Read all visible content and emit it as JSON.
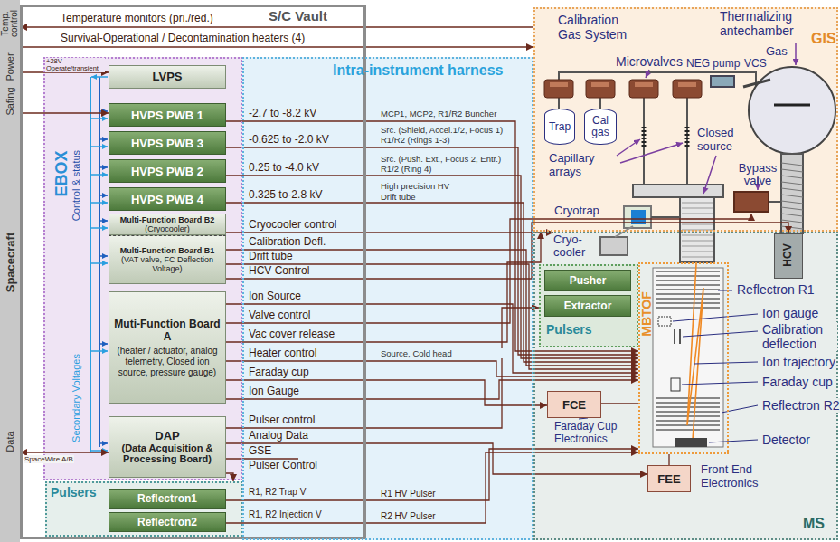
{
  "diagram": {
    "nodes": [
      {
        "text": [
          "Temp. control",
          "Power",
          "Safing",
          "Spacecraft",
          "Data"
        ]
      },
      {
        "text": [
          "S/C Vault"
        ]
      },
      {
        "text": [
          "EBOX"
        ],
        "in": 1
      },
      {
        "text": [
          "LVPS"
        ],
        "in": 2
      },
      {
        "text": [
          "HVPS PWB 1"
        ],
        "in": 2
      },
      {
        "text": [
          "HVPS PWB 3"
        ],
        "in": 2
      },
      {
        "text": [
          "HVPS PWB 2"
        ],
        "in": 2
      },
      {
        "text": [
          "HVPS PWB 4"
        ],
        "in": 2
      },
      {
        "text": [
          "Multi-Function Board B2",
          "(Cryocooler)"
        ],
        "in": 2
      },
      {
        "text": [
          "Multi-Function Board B1",
          "(VAT valve, FC Deflection Voltage)"
        ],
        "in": 2
      },
      {
        "text": [
          "Muti-Function Board A",
          "(heater / actuator, analog telemetry, Closed ion source, pressure gauge)"
        ],
        "in": 2
      },
      {
        "text": [
          "DAP",
          "(Data Acquisition & Processing Board)"
        ],
        "in": 2
      },
      {
        "text": [
          "Pulsers"
        ],
        "in": 1
      },
      {
        "text": [
          "Reflectron1"
        ],
        "in": 12
      },
      {
        "text": [
          "Reflectron2"
        ],
        "in": 12
      },
      {
        "text": [
          "Intra-instrument harness"
        ]
      },
      {
        "text": [
          "GIS"
        ]
      },
      {
        "text": [
          "Trap"
        ],
        "in": 16
      },
      {
        "text": [
          "Cal gas"
        ],
        "in": 16
      },
      {
        "text": [
          "Bypass valve"
        ],
        "in": 16
      },
      {
        "text": [
          "Cryo-cooler"
        ]
      },
      {
        "text": [
          "MS"
        ]
      },
      {
        "text": [
          "Pulsers"
        ],
        "in": 21
      },
      {
        "text": [
          "Pusher"
        ],
        "in": 22
      },
      {
        "text": [
          "Extractor"
        ],
        "in": 22
      },
      {
        "text": [
          "FCE"
        ],
        "in": 21
      },
      {
        "text": [
          "FEE"
        ],
        "in": 21
      },
      {
        "text": [
          "MBTOF"
        ],
        "in": 21
      },
      {
        "text": [
          "HCV"
        ],
        "in": 21
      }
    ],
    "edges": [
      {
        "from": 16,
        "to": 0,
        "label": "Temperature monitors (pri./red.)",
        "arrow": "to"
      },
      {
        "from": 0,
        "to": 16,
        "label": "Survival-Operational / Decontamination heaters (4)",
        "arrow": "to"
      },
      {
        "from": 0,
        "to": 3,
        "label": "+28V Operate/transient",
        "arrow": "to"
      },
      {
        "from": 0,
        "to": 4,
        "arrow": "to"
      },
      {
        "from": 11,
        "to": 0,
        "label": "SpaceWire A/B",
        "arrow": "both"
      },
      {
        "from": 4,
        "to": 27,
        "label": "-2.7 to -8.2 kV",
        "arrow": "to"
      },
      {
        "from": 5,
        "to": 27,
        "label": "-0.625 to -2.0 kV",
        "arrow": "to"
      },
      {
        "from": 6,
        "to": 27,
        "label": "0.25 to -4.0 kV",
        "arrow": "to"
      },
      {
        "from": 7,
        "to": 27,
        "label": "0.325 to-2.8 kV",
        "arrow": "to"
      },
      {
        "from": 8,
        "to": 20,
        "label": "Cryocooler control",
        "arrow": "to"
      },
      {
        "from": 9,
        "to": 27,
        "label": "Calibration Defl.",
        "arrow": "to"
      },
      {
        "from": 9,
        "to": 27,
        "label": "Drift tube",
        "arrow": "to"
      },
      {
        "from": 9,
        "to": 28,
        "label": "HCV Control",
        "arrow": "to"
      },
      {
        "from": 10,
        "to": 27,
        "label": "Ion Source",
        "arrow": "to"
      },
      {
        "from": 10,
        "to": 19,
        "label": "Valve control",
        "arrow": "to"
      },
      {
        "from": 10,
        "to": 16,
        "label": "Vac cover release",
        "arrow": "to"
      },
      {
        "from": 10,
        "to": 27,
        "label": "Heater control",
        "arrow": "to"
      },
      {
        "from": 10,
        "to": 25,
        "label": "Faraday cup",
        "arrow": "to"
      },
      {
        "from": 10,
        "to": 27,
        "label": "Ion Gauge",
        "arrow": "to"
      },
      {
        "from": 11,
        "to": 22,
        "label": "Pulser control",
        "arrow": "to"
      },
      {
        "from": 11,
        "to": 26,
        "label": "Analog Data",
        "arrow": "to"
      },
      {
        "from": 11,
        "to": 12,
        "label": "Pulser Control",
        "arrow": "to"
      },
      {
        "from": 13,
        "to": 27,
        "label": "R1 HV Pulser",
        "arrow": "to"
      },
      {
        "from": 14,
        "to": 27,
        "label": "R2 HV Pulser",
        "arrow": "to"
      },
      {
        "from": 25,
        "to": 27,
        "arrow": "none"
      },
      {
        "from": 26,
        "to": 27,
        "arrow": "none"
      }
    ],
    "labels": [
      "Control & status",
      "Secondary Voltages",
      "MCP1, MCP2, R1/R2 Buncher",
      "Src. (Shield, Accel.1/2, Focus 1) R1/R2 (Rings 1-3)",
      "Src. (Push. Ext., Focus 2, Entr.) R1/2 (Ring 4)",
      "High precision HV",
      "Drift tube",
      "GSE",
      "Source, Cold head",
      "R1, R2 Trap V",
      "R1, R2 Injection V",
      "Calibration Gas System",
      "Microvalves",
      "Thermalizing antechamber",
      "NEG pump",
      "VCS",
      "Gas",
      "Capillary arrays",
      "Closed source",
      "Cryotrap",
      "Faraday Cup Electronics",
      "Front End Electronics",
      "Reflectron R1",
      "Ion gauge",
      "Calibration deflection",
      "Ion trajectory",
      "Faraday cup",
      "Reflectron R2",
      "Detector"
    ]
  }
}
